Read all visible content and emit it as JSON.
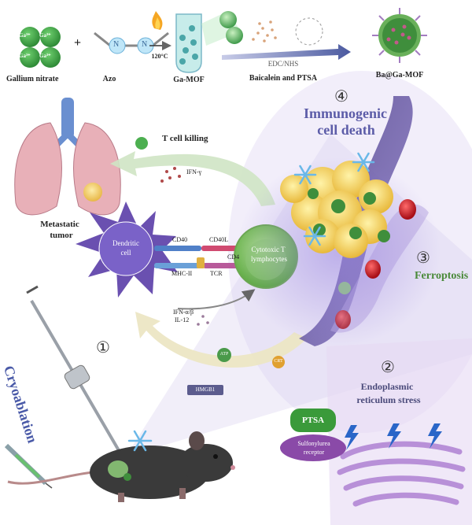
{
  "synthesis": {
    "ga_ions": [
      "Ga³⁺",
      "Ga³⁺",
      "Ga³⁺",
      "Ga³⁺"
    ],
    "plus": "+",
    "gallium_nitrate": "Gallium nitrate",
    "azo": "Azo",
    "azo_atom": "N",
    "temperature": "120°C",
    "ga_mof": "Ga-MOF",
    "coupling_agent": "EDC/NHS",
    "loading": "Baicalein and PTSA",
    "product": "Ba@Ga-MOF"
  },
  "steps": {
    "s1": {
      "num": "①",
      "label": "Cryoablation"
    },
    "s2": {
      "num": "②",
      "label_line1": "Endoplasmic",
      "label_line2": "reticulum stress"
    },
    "s3": {
      "num": "③",
      "label": "Ferroptosis"
    },
    "s4": {
      "num": "④",
      "label_line1": "Immunogenic",
      "label_line2": "cell death"
    }
  },
  "immune": {
    "t_cell_killing": "T cell killing",
    "ifn_gamma": "IFN-γ",
    "metastatic_line1": "Metastatic",
    "metastatic_line2": "tumor",
    "dendritic_line1": "Dendritic",
    "dendritic_line2": "cell",
    "ctl_line1": "Cytotoxic T",
    "ctl_line2": "lymphocytes",
    "cd40": "CD40",
    "cd40l": "CD40L",
    "cd4": "CD4",
    "mhc": "MHC-II",
    "tcr": "TCR",
    "ifn_ab": "IFN-α/β",
    "il12": "IL-12",
    "atp": "ATP",
    "crt": "CRT",
    "hmgb1": "HMGB1"
  },
  "er": {
    "ptsa": "PTSA",
    "receptor_line1": "Sulfonylurea",
    "receptor_line2": "receptor"
  },
  "colors": {
    "ga_green": "#3fa048",
    "mof_teal": "#5fc0b0",
    "purple_accent": "#5c5ca8",
    "dendritic": "#7356b8",
    "ctl_green": "#7bc45a",
    "ferroptosis_green": "#4a8a3a",
    "er_lilac": "#c4a6de",
    "vessel": "#6a5aa2"
  }
}
